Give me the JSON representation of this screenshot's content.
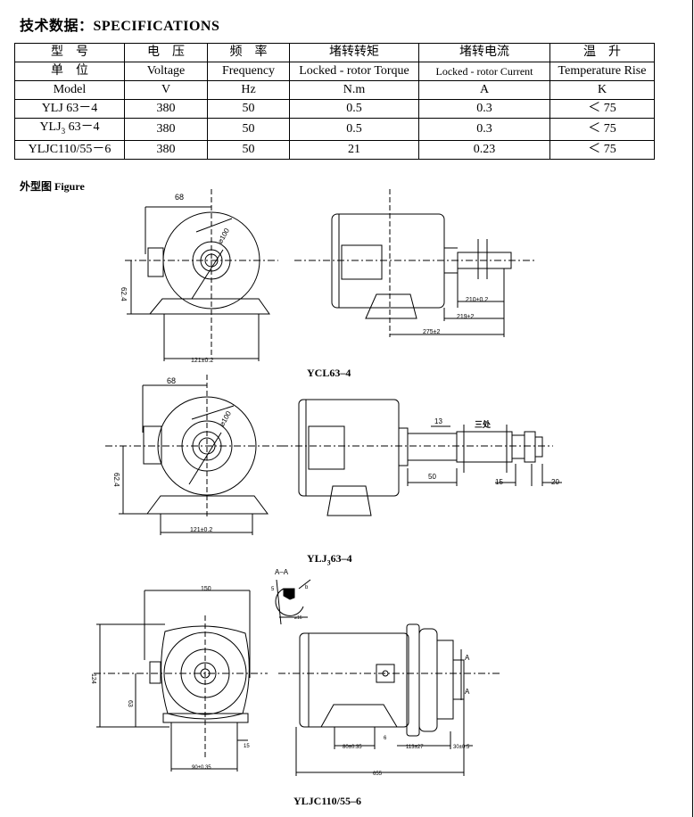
{
  "title": "技术数据：SPECIFICATIONS",
  "table": {
    "header_cn": [
      "型　号",
      "电　压",
      "频　率",
      "堵转转矩",
      "堵转电流",
      "温　升"
    ],
    "header_en": [
      "单　位",
      "Voltage",
      "Frequency",
      "Locked - rotor Torque",
      "Locked - rotor Current",
      "Temperature Rise"
    ],
    "units": [
      "Model",
      "V",
      "Hz",
      "N.m",
      "A",
      "K"
    ],
    "rows": [
      [
        "YLJ 63－4",
        "380",
        "50",
        "0.5",
        "0.3",
        "＜ 75"
      ],
      [
        "YLJ",
        "380",
        "50",
        "0.5",
        "0.3",
        "＜ 75"
      ],
      [
        "YLJC110/55－6",
        "380",
        "50",
        "21",
        "0.23",
        "＜ 75"
      ]
    ],
    "row2_model_sub": "3",
    "row2_model_suffix": " 63－4"
  },
  "figure_label": "外型图 Figure",
  "figures": {
    "fig1": {
      "caption": "YCL63–4",
      "dims": {
        "d68": "68",
        "d100": "⌀100",
        "d624": "62.4",
        "d121": "121±0.2",
        "d210": "210±0.2",
        "d219": "219±2",
        "d275": "275±2"
      }
    },
    "fig2": {
      "caption_main": "YLJ",
      "caption_sub": "3",
      "caption_end": "63–4",
      "dims": {
        "d68": "68",
        "d100": "⌀100",
        "d624": "62.4",
        "d121": "121±0.2",
        "d13": "13",
        "note": "三处",
        "d50": "50",
        "d15": "15",
        "d20": "20"
      }
    },
    "fig3": {
      "caption": "YLJC110/55–6",
      "section": "A–A",
      "dims": {
        "d150": "150",
        "d124": "124",
        "d63": "63",
        "d90": "90±0.35",
        "d15": "15",
        "d16": "16",
        "d80": "80±0.35",
        "d113": "113±27",
        "d30": "30±0.5",
        "d655": "655",
        "d6": "6",
        "sA1": "A",
        "sA2": "A",
        "sec_d": "⌀16",
        "sec_s": "5",
        "sec_b": "b"
      }
    }
  }
}
